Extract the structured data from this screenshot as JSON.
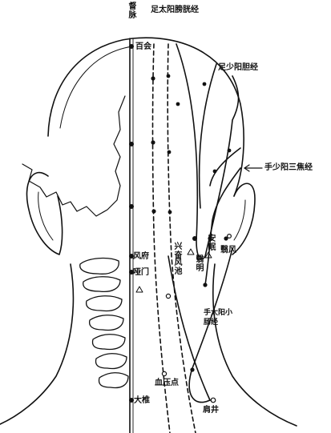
{
  "meridians": {
    "du": "督脉",
    "bladder": "足太阳膀胱经",
    "gallbladder": "足少阳胆经",
    "sanjiao": "手少阳三焦经",
    "small_intestine": "手太阳小肠经"
  },
  "points": {
    "baihui": "百会",
    "fengfu": "风府",
    "yamen": "哑门",
    "xingfen": "兴奋",
    "fengchi": "风池",
    "anmian": "安眠",
    "yiming": "翳明",
    "yifeng": "翳风",
    "xueyadian": "血压点",
    "dazhui": "大椎",
    "jianjing": "肩井"
  }
}
